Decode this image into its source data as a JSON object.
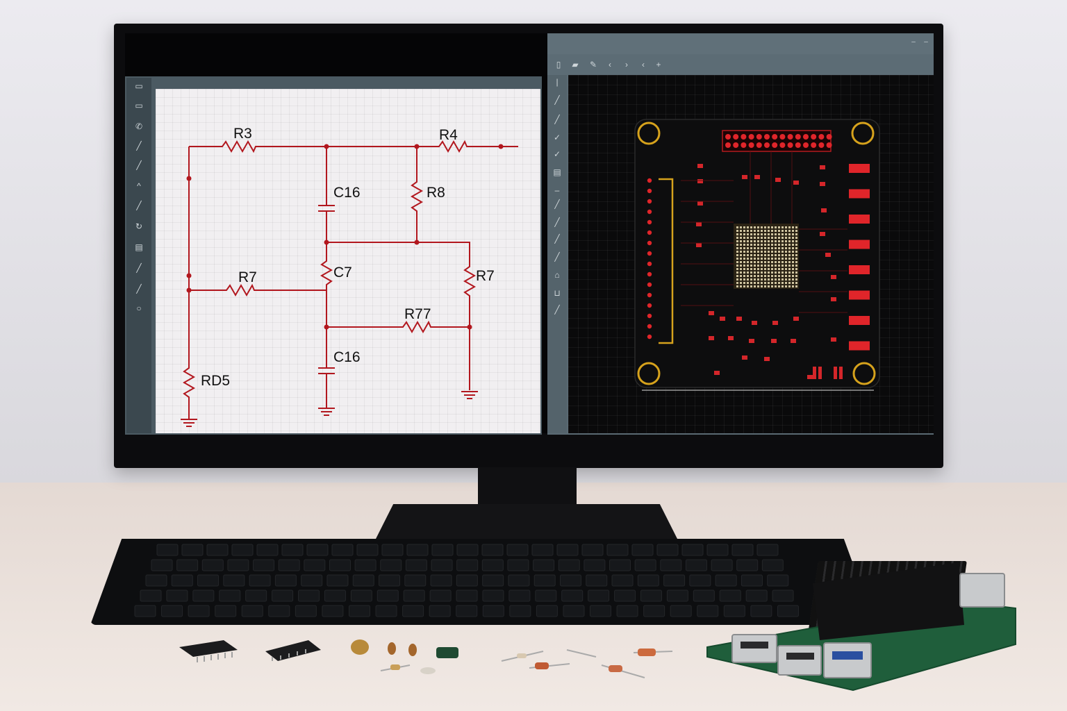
{
  "schematic": {
    "labels": {
      "r3": "R3",
      "r4": "R4",
      "c16_top": "C16",
      "r8": "R8",
      "c7": "C7",
      "r7_left": "R7",
      "r7_right": "R7",
      "r77": "R77",
      "c16_bottom": "C16",
      "rd5": "RD5"
    },
    "wire_color": "#b2171e",
    "grid_background": "#f1eff1"
  },
  "pcb": {
    "board_color": "#0d0d0e",
    "pad_color": "#e0252a",
    "mounting_hole_color": "#d6a21c",
    "toolbar_icons": [
      "page-icon",
      "folder-icon",
      "pencil-icon",
      "chevron-left-icon",
      "chevron-right-icon",
      "chevron-left-icon",
      "plus-icon"
    ],
    "window_controls": [
      "minimize-icon",
      "close-icon"
    ]
  },
  "scene": {
    "monitor_color": "#0c0c0e",
    "desk_color": "#ece3de",
    "keyboard_color": "#0d0e10",
    "board_color": "#1f5e3b"
  }
}
